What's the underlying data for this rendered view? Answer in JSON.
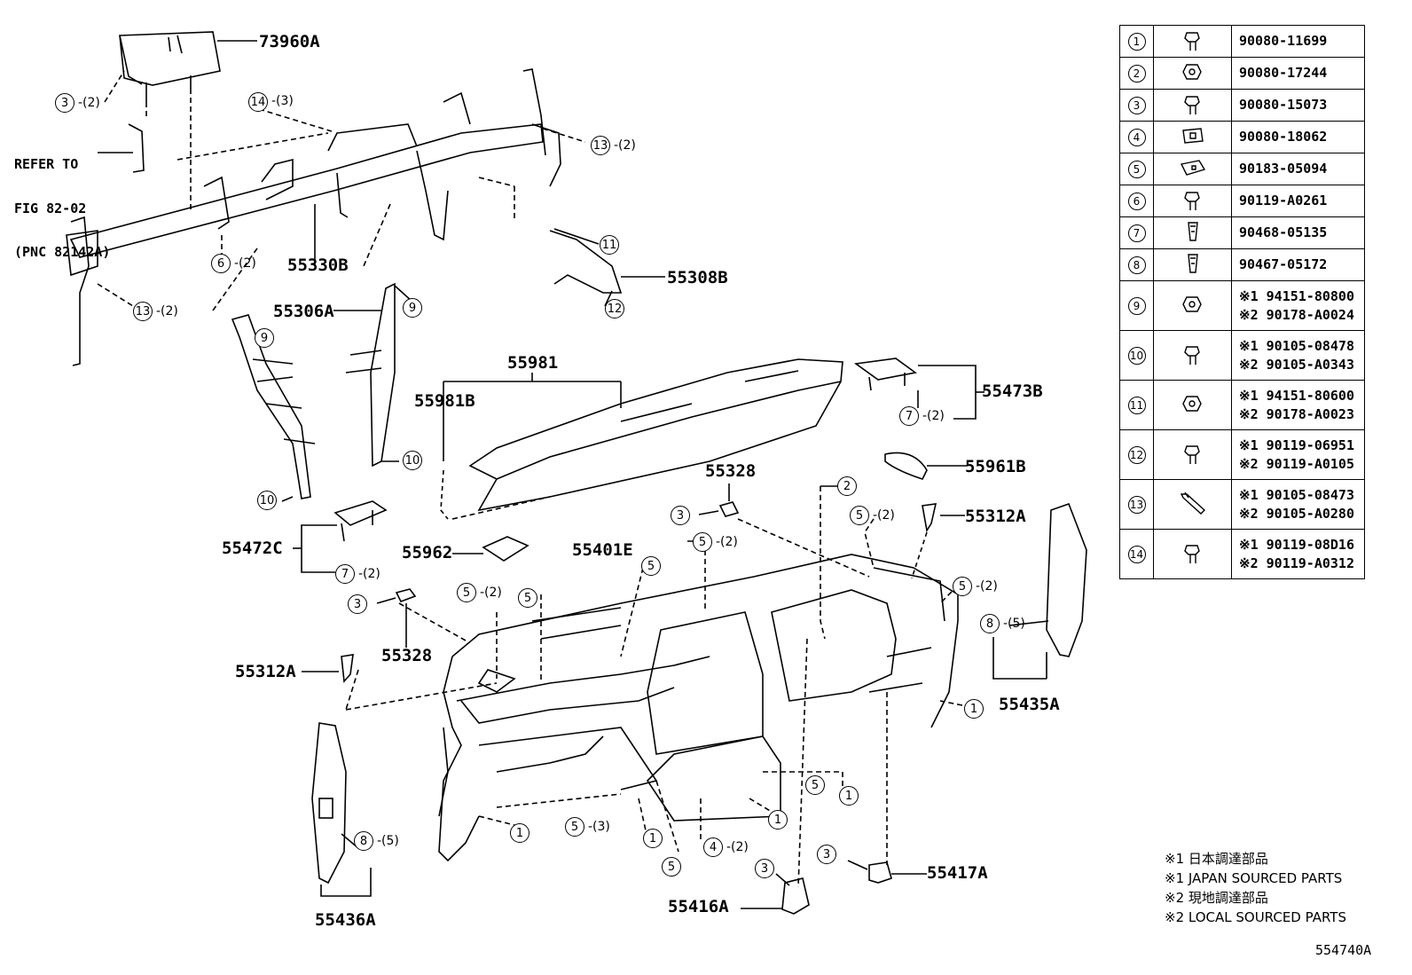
{
  "refer": {
    "line1": "REFER TO",
    "line2": "FIG 82-02",
    "line3": "(PNC 82142A)"
  },
  "labels": {
    "p73960A": "73960A",
    "p55330B": "55330B",
    "p55306A": "55306A",
    "p55308B": "55308B",
    "p55981": "55981",
    "p55981B": "55981B",
    "p55473B": "55473B",
    "p55961B": "55961B",
    "p55328_top": "55328",
    "p55312A_right": "55312A",
    "p55472C": "55472C",
    "p55962": "55962",
    "p55401E": "55401E",
    "p55328_left": "55328",
    "p55312A_left": "55312A",
    "p55435A": "55435A",
    "p55436A": "55436A",
    "p55416A": "55416A",
    "p55417A": "55417A"
  },
  "qty": {
    "q2": "-(2)",
    "q3": "-(3)",
    "q5": "-(5)"
  },
  "parts_table": [
    {
      "n": "1",
      "icon": "bolt-icon",
      "pn": [
        "90080-11699"
      ]
    },
    {
      "n": "2",
      "icon": "nut-icon",
      "pn": [
        "90080-17244"
      ]
    },
    {
      "n": "3",
      "icon": "bolt-icon",
      "pn": [
        "90080-15073"
      ]
    },
    {
      "n": "4",
      "icon": "nut-plate-icon",
      "pn": [
        "90080-18062"
      ]
    },
    {
      "n": "5",
      "icon": "clip-nut-icon",
      "pn": [
        "90183-05094"
      ]
    },
    {
      "n": "6",
      "icon": "bolt-icon",
      "pn": [
        "90119-A0261"
      ]
    },
    {
      "n": "7",
      "icon": "clip-icon",
      "pn": [
        "90468-05135"
      ]
    },
    {
      "n": "8",
      "icon": "clip-icon",
      "pn": [
        "90467-05172"
      ]
    },
    {
      "n": "9",
      "icon": "nut-icon",
      "pn": [
        "※1 94151-80800",
        "※2 90178-A0024"
      ]
    },
    {
      "n": "10",
      "icon": "bolt-icon",
      "pn": [
        "※1 90105-08478",
        "※2 90105-A0343"
      ]
    },
    {
      "n": "11",
      "icon": "nut-icon",
      "pn": [
        "※1 94151-80600",
        "※2 90178-A0023"
      ]
    },
    {
      "n": "12",
      "icon": "bolt-icon",
      "pn": [
        "※1 90119-06951",
        "※2 90119-A0105"
      ]
    },
    {
      "n": "13",
      "icon": "long-bolt-icon",
      "pn": [
        "※1 90105-08473",
        "※2 90105-A0280"
      ]
    },
    {
      "n": "14",
      "icon": "bolt-icon",
      "pn": [
        "※1 90119-08D16",
        "※2 90119-A0312"
      ]
    }
  ],
  "notes": [
    "※1 日本調達部品",
    "※1 JAPAN SOURCED PARTS",
    "※2 現地調達部品",
    "※2 LOCAL SOURCED PARTS"
  ],
  "figure_id": "554740A"
}
